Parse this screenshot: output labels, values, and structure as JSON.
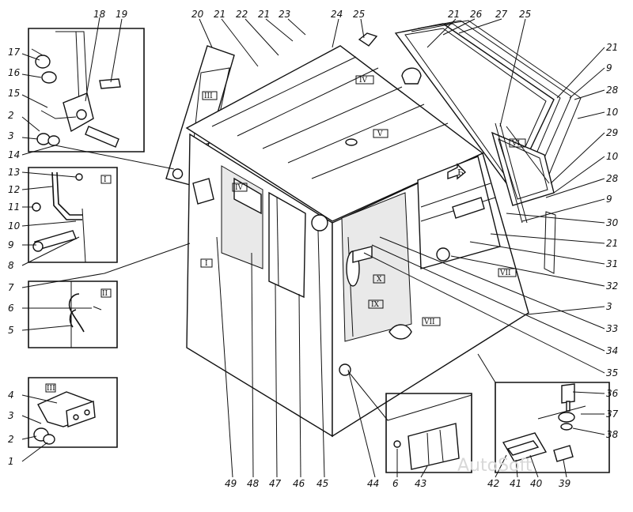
{
  "labels": {
    "n1": "1",
    "n2a": "2",
    "n2b": "2",
    "n3a": "3",
    "n3b": "3",
    "n3c": "3",
    "n4": "4",
    "n5": "5",
    "n6a": "6",
    "n6b": "6",
    "n7": "7",
    "n8": "8",
    "n9a": "9",
    "n9b": "9",
    "n9c": "9",
    "n10a": "10",
    "n10b": "10",
    "n10c": "10",
    "n11": "11",
    "n12": "12",
    "n13": "13",
    "n14": "14",
    "n15": "15",
    "n16": "16",
    "n17": "17",
    "n18": "18",
    "n19": "19",
    "n20": "20",
    "n21a": "21",
    "n21b": "21",
    "n21c": "21",
    "n21d": "21",
    "n21e": "21",
    "n22": "22",
    "n23": "23",
    "n24": "24",
    "n25a": "25",
    "n25b": "25",
    "n26": "26",
    "n27": "27",
    "n28a": "28",
    "n28b": "28",
    "n29": "29",
    "n30": "30",
    "n31": "31",
    "n32": "32",
    "n33": "33",
    "n34": "34",
    "n35": "35",
    "n36": "36",
    "n37": "37",
    "n38": "38",
    "n39": "39",
    "n40": "40",
    "n41": "41",
    "n42": "42",
    "n43": "43",
    "n44": "44",
    "n45": "45",
    "n46": "46",
    "n47": "47",
    "n48": "48",
    "n49": "49"
  },
  "views": {
    "I": "I",
    "II": "II",
    "III": "III",
    "IV": "IV",
    "V": "V",
    "VI": "VI",
    "VII": "VII",
    "IX": "IX",
    "X": "X",
    "B": "Б"
  },
  "watermark": "AutoSoft"
}
